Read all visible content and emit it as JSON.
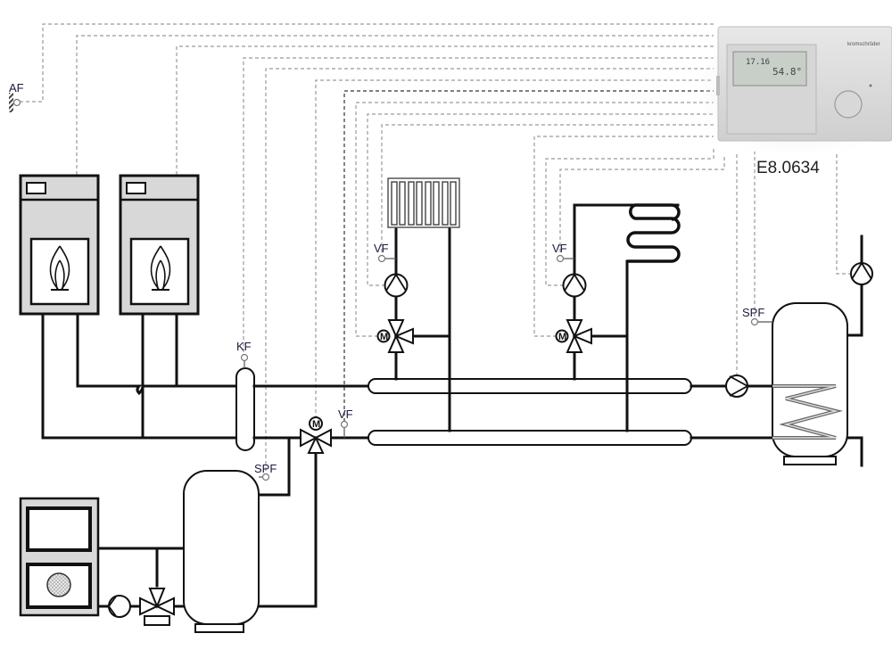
{
  "diagram": {
    "title": "Heating system hydraulic schematic",
    "controller": {
      "model_label": "E8.0634",
      "brand_text": "kromschröder",
      "lcd_left": "17.16",
      "lcd_right": "54.8°"
    },
    "sensors": [
      {
        "id": "outdoor",
        "label": "AF"
      },
      {
        "id": "collector",
        "label": "KF"
      },
      {
        "id": "flow-radiator",
        "label": "VF"
      },
      {
        "id": "flow-floor",
        "label": "VF"
      },
      {
        "id": "flow-buffer",
        "label": "VF"
      },
      {
        "id": "dhw-tank",
        "label": "SPF"
      },
      {
        "id": "buffer-tank",
        "label": "SPF"
      }
    ],
    "components": {
      "boilers": [
        "gas-boiler-1",
        "gas-boiler-2"
      ],
      "solid_fuel_boiler": "solid-fuel-boiler",
      "buffer_tank": "buffer-tank",
      "dhw_tank": "dhw-tank",
      "radiator": "radiator",
      "floor_heating": "floor-heating-coil",
      "hydraulic_separator": "low-loss-header",
      "distribution_headers": [
        "supply-header",
        "return-header"
      ]
    },
    "colors": {
      "pipe": "#111111",
      "wire": "#9a9a9a",
      "boiler_fill": "#d8d8d8",
      "controller_body": "#dcdcdc"
    }
  }
}
